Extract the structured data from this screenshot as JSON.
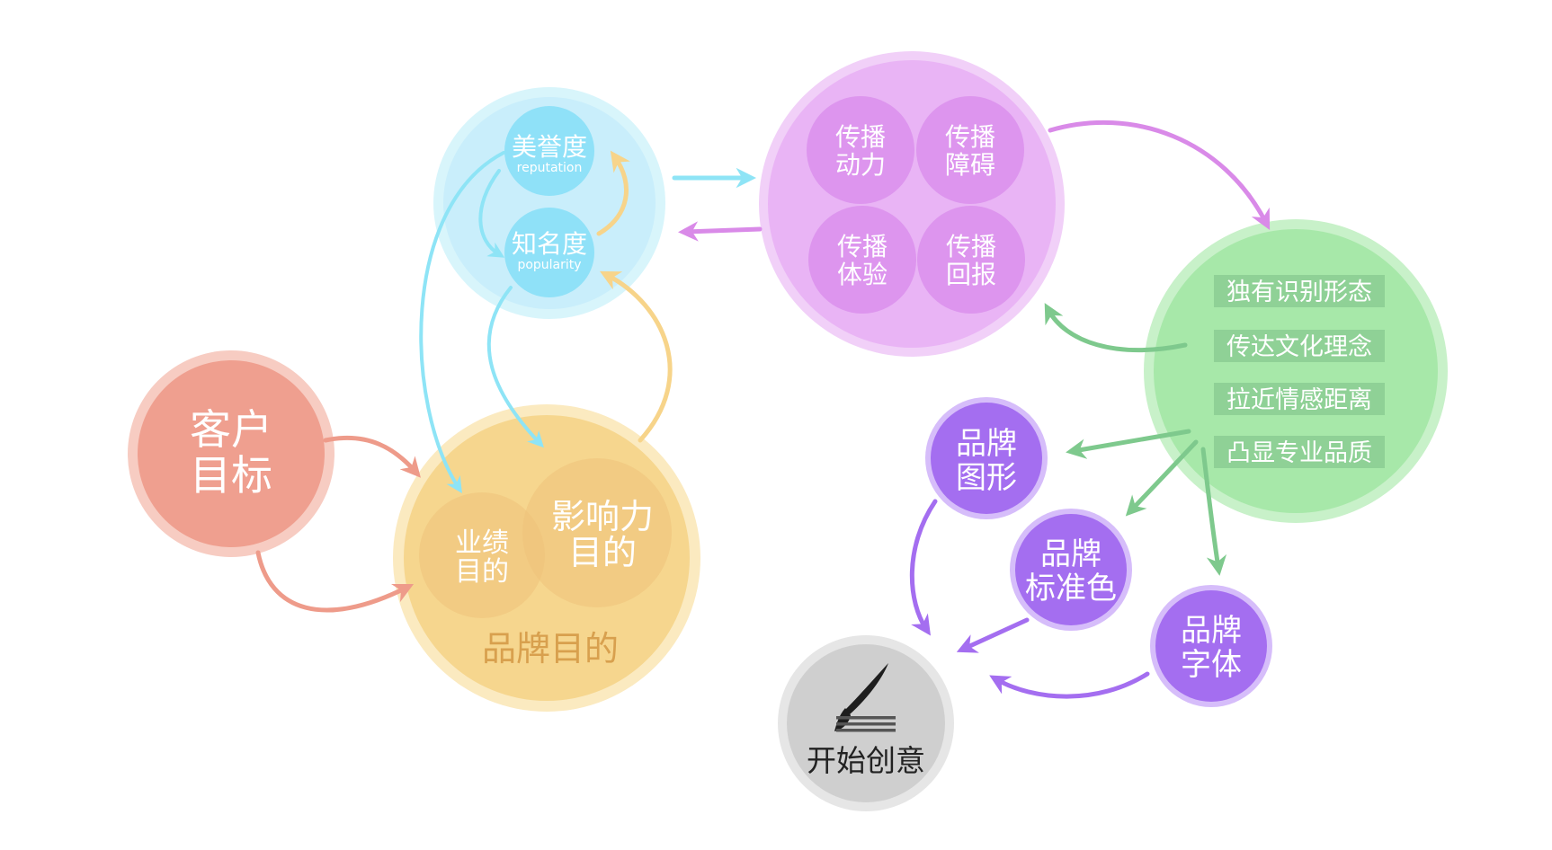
{
  "customer_goal": {
    "line1": "客户",
    "line2": "目标"
  },
  "brand_purpose": {
    "title": "品牌目的",
    "performance": {
      "line1": "业绩",
      "line2": "目的"
    },
    "influence": {
      "line1": "影响力",
      "line2": "目的"
    }
  },
  "awareness": {
    "reputation": {
      "label": "美誉度",
      "sub": "reputation"
    },
    "popularity": {
      "label": "知名度",
      "sub": "popularity"
    }
  },
  "communication": {
    "motivation": {
      "line1": "传播",
      "line2": "动力"
    },
    "obstacle": {
      "line1": "传播",
      "line2": "障碍"
    },
    "experience": {
      "line1": "传播",
      "line2": "体验"
    },
    "return": {
      "line1": "传播",
      "line2": "回报"
    }
  },
  "identity": {
    "items": [
      "独有识别形态",
      "传达文化理念",
      "拉近情感距离",
      "凸显专业品质"
    ]
  },
  "brand_elements": {
    "graphics": {
      "line1": "品牌",
      "line2": "图形"
    },
    "standard_color": {
      "line1": "品牌",
      "line2": "标准色"
    },
    "font": {
      "line1": "品牌",
      "line2": "字体"
    }
  },
  "start": {
    "label": "开始创意",
    "icon": "paintbrush-icon"
  },
  "colors": {
    "customer": "#ef9f8f",
    "brand": "#f6d68e",
    "awareness": "#c9eefb",
    "communication": "#e9b4f5",
    "identity": "#a7e8a9",
    "elements": "#a46ef0",
    "start": "#cfcfcf"
  }
}
